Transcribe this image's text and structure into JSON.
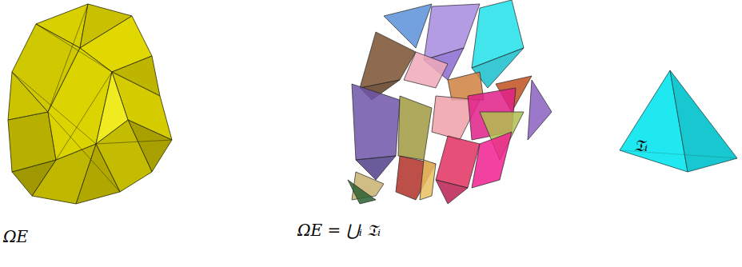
{
  "diagram": {
    "labels": [
      "ΩE",
      "ΩE = ⋃ᵢ 𝔗ᵢ",
      "𝔗ᵢ"
    ]
  }
}
